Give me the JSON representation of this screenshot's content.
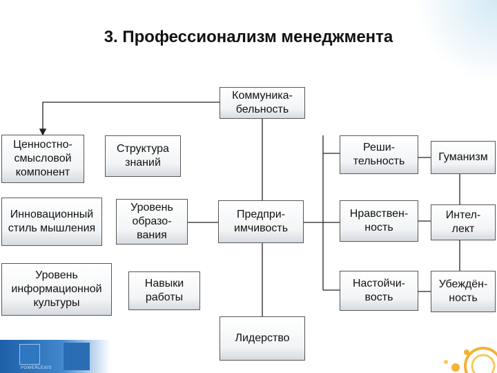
{
  "title": "3. Профессионализм менеджмента",
  "nodes": {
    "kommunikabelnost": "Коммуника-\nбельность",
    "tsennostno": "Ценностно-\nсмысловой\nкомпонент",
    "innovatsionny": "Инновационный\nстиль мышления",
    "uroven_inform": "Уровень\nинформационной\nкультуры",
    "struktura": "Структура\nзнаний",
    "uroven_obraz": "Уровень\nобразо-\nвания",
    "navyki": "Навыки\nработы",
    "predpriimchivost": "Предпри-\nимчивость",
    "liderstvo": "Лидерство",
    "reshitelnost": "Реши-\nтельность",
    "nravstvennost": "Нравствен-\nность",
    "nastoichivost": "Настойчи-\nвость",
    "gumanizm": "Гуманизм",
    "intellekt": "Интел-\nлект",
    "ubezhdennost": "Убеждён-\nность"
  },
  "footer_logo": "POWERLEXIS"
}
